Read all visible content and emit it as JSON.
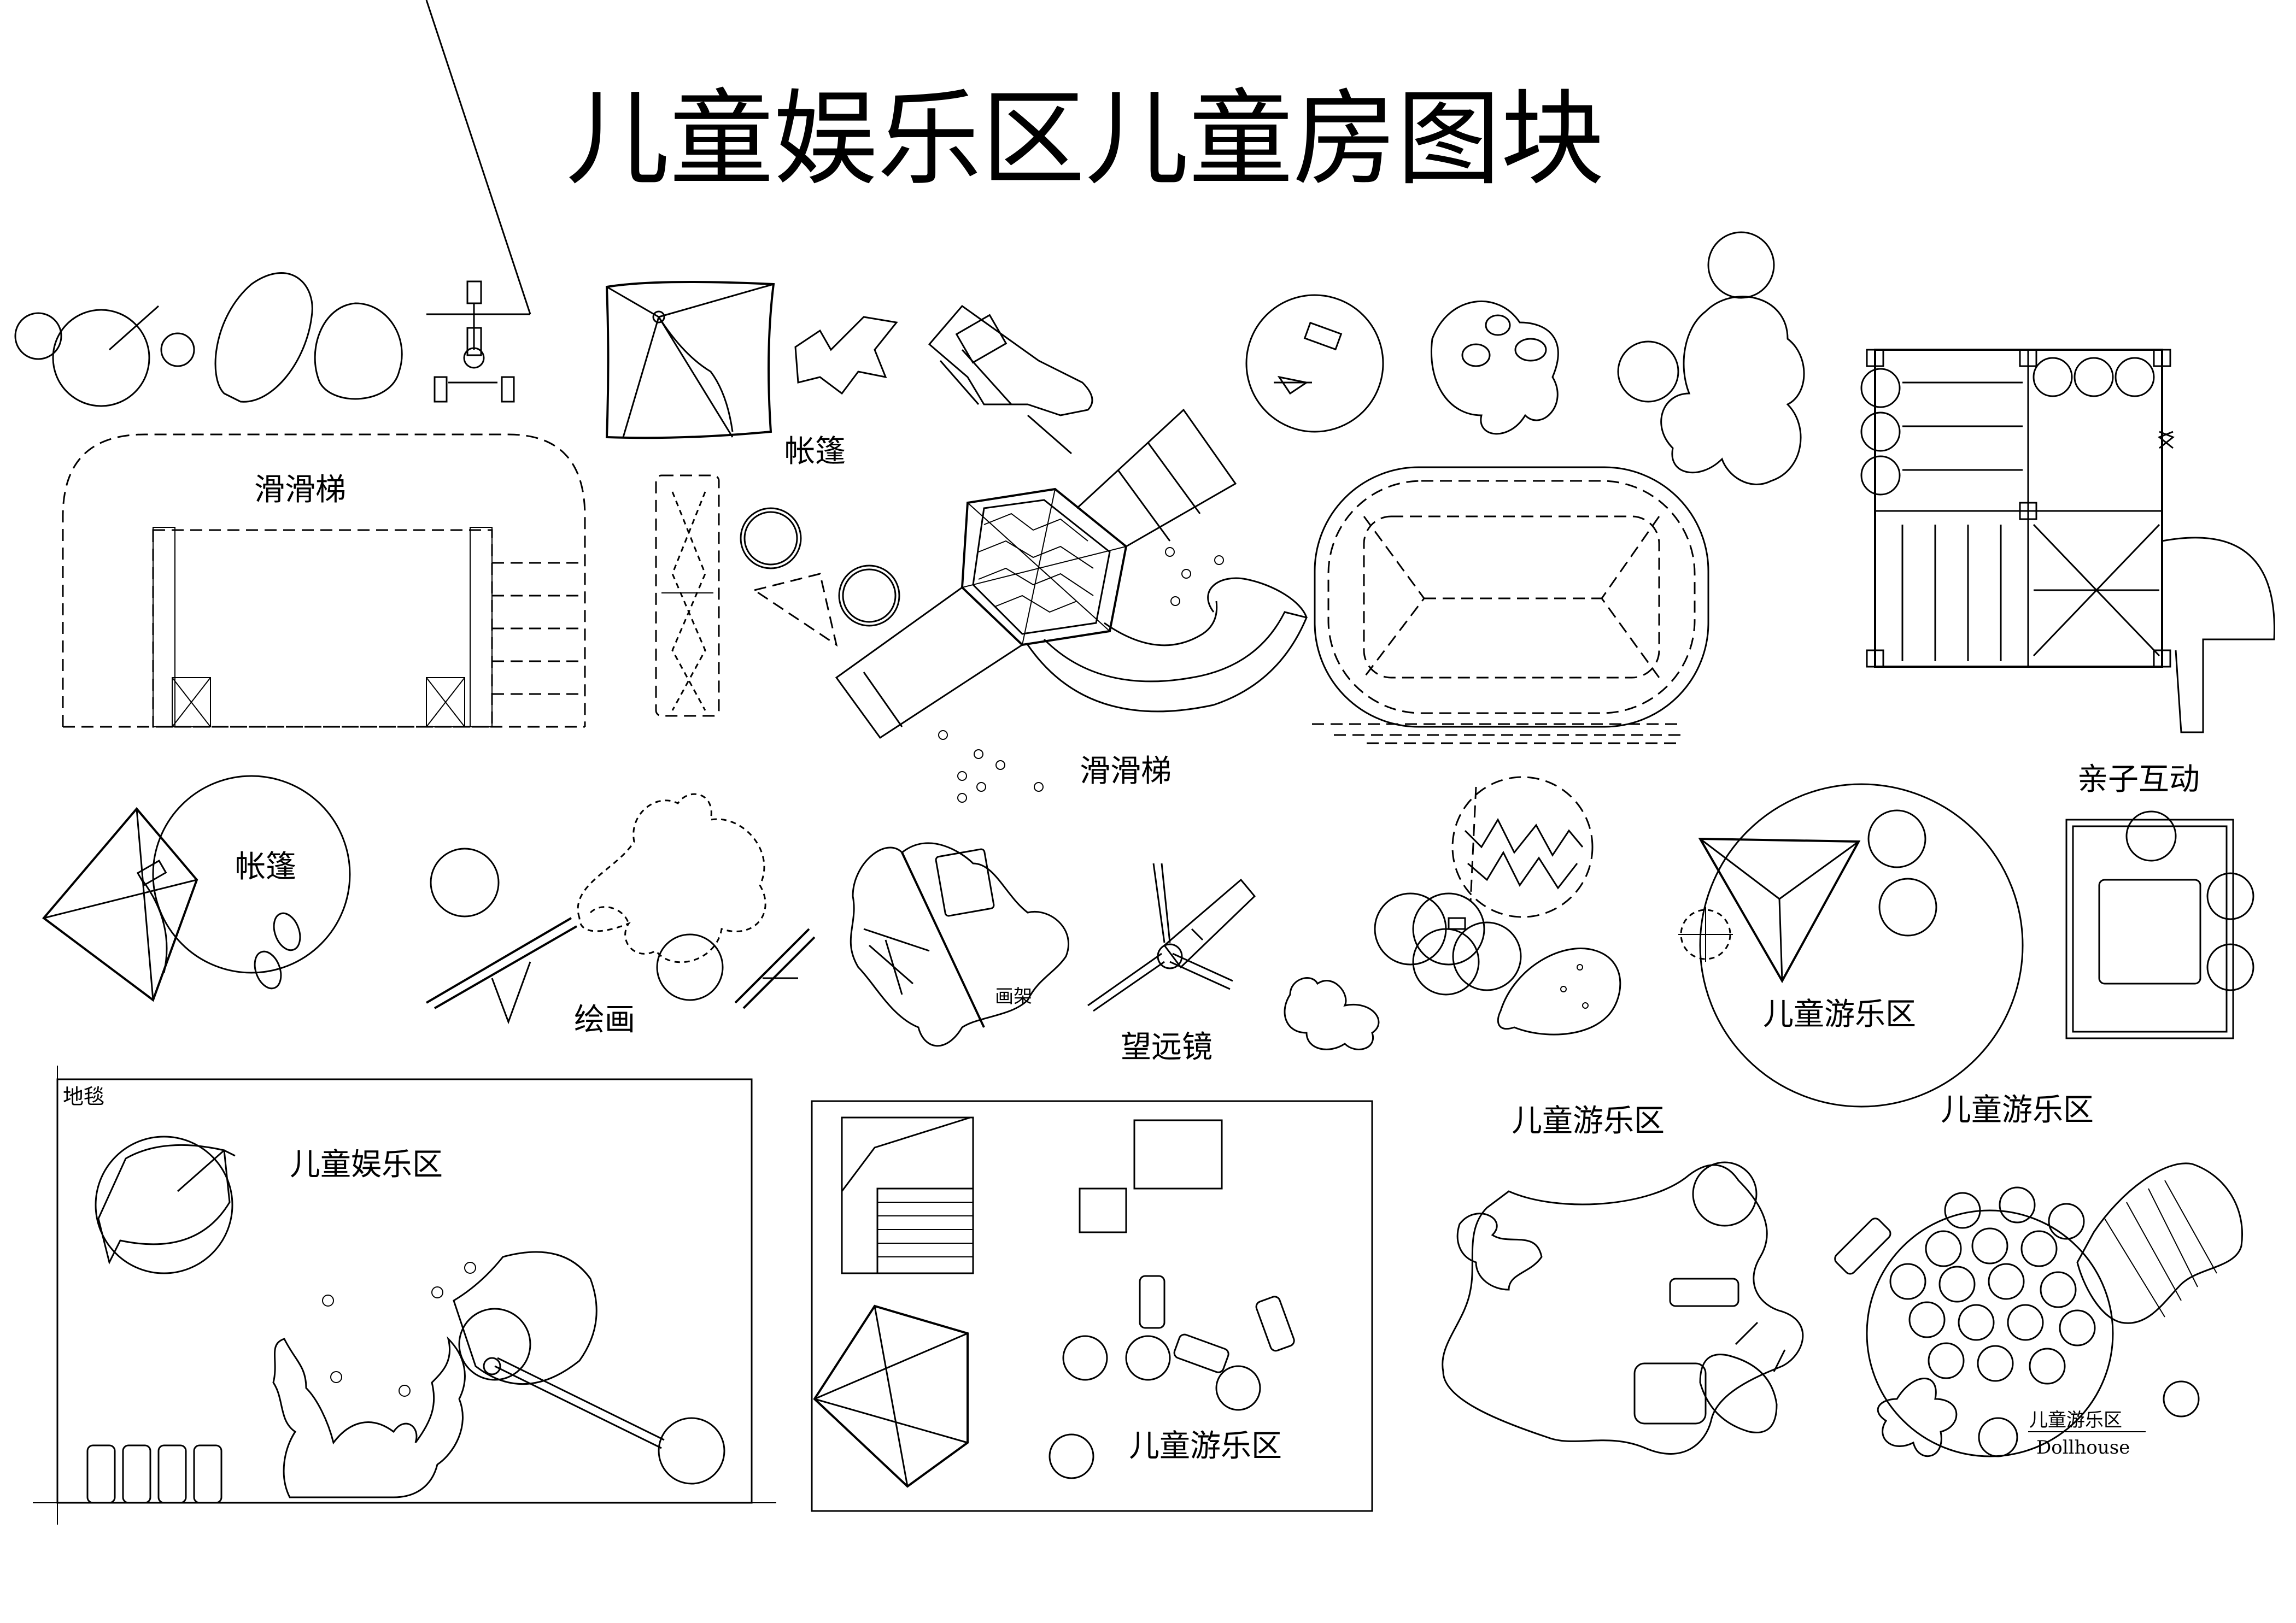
{
  "title": "儿童娱乐区儿童房图块",
  "labels": {
    "slide_top": "滑滑梯",
    "tent_top": "帐篷",
    "slide_center": "滑滑梯",
    "tent_left": "帐篷",
    "painting": "绘画",
    "easel": "画架",
    "telescope": "望远镜",
    "parent_child": "亲子互动",
    "playground_right": "儿童游乐区",
    "playground_mid": "儿童游乐区",
    "playground_far": "儿童游乐区",
    "carpet": "地毯",
    "entertainment": "儿童娱乐区",
    "playground_box": "儿童游乐区",
    "dollhouse_cn": "儿童游乐区",
    "dollhouse_en": "Dollhouse"
  }
}
